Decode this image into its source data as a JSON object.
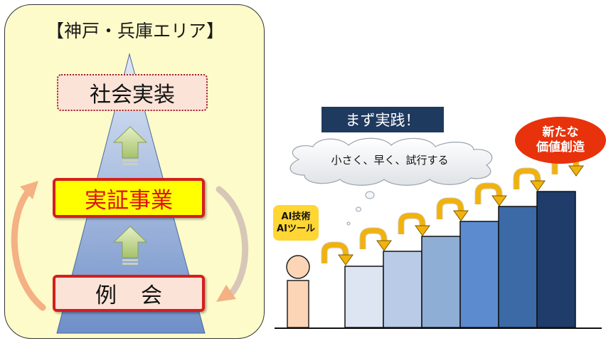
{
  "left_panel": {
    "title": "【神戸・兵庫エリア】",
    "stages": {
      "top": "社会実装",
      "middle": "実証事業",
      "bottom_left": "例",
      "bottom_right": "会"
    }
  },
  "right_panel": {
    "banner": "まず実践！",
    "thought": "小さく、早く、試行する",
    "person_label_line1": "AI技術",
    "person_label_line2": "AIツール",
    "goal_line1": "新たな",
    "goal_line2": "価値創造"
  },
  "colors": {
    "panel_bg": "#fdfbc9",
    "pyramid": "#7f9fd3",
    "highlight_yellow": "#ffff00",
    "accent_red": "#d51e1e",
    "banner_navy": "#1f3a5f",
    "goal_red": "#e8320b",
    "step_colors": [
      "#dde5f2",
      "#b9cbe6",
      "#8eaed6",
      "#5c8bd0",
      "#3b6aa6",
      "#1f3c6a"
    ]
  }
}
